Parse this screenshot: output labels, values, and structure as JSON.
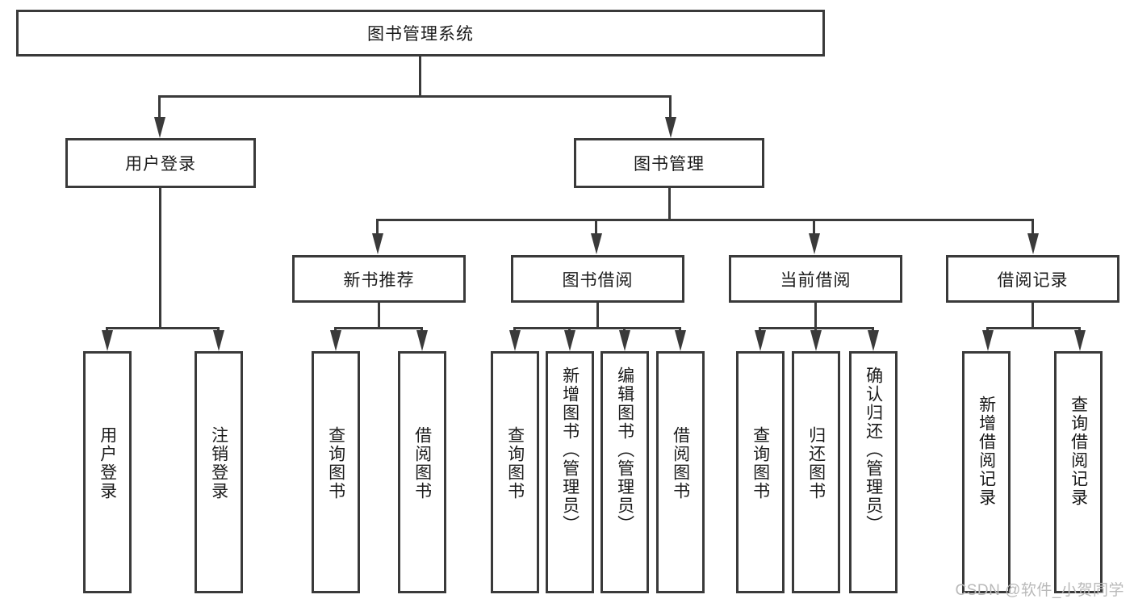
{
  "diagram": {
    "title": "图书管理系统",
    "root": {
      "label": "图书管理系统"
    },
    "level2": [
      {
        "label": "用户登录"
      },
      {
        "label": "图书管理"
      }
    ],
    "level3": [
      {
        "label": "新书推荐"
      },
      {
        "label": "图书借阅"
      },
      {
        "label": "当前借阅"
      },
      {
        "label": "借阅记录"
      }
    ],
    "leaves": [
      {
        "label": "用户登录",
        "parent": "用户登录"
      },
      {
        "label": "注销登录",
        "parent": "用户登录"
      },
      {
        "label": "查询图书",
        "parent": "新书推荐"
      },
      {
        "label": "借阅图书",
        "parent": "新书推荐"
      },
      {
        "label": "查询图书",
        "parent": "图书借阅"
      },
      {
        "label": "新增图书（管理员）",
        "parent": "图书借阅"
      },
      {
        "label": "编辑图书（管理员）",
        "parent": "图书借阅"
      },
      {
        "label": "借阅图书",
        "parent": "图书借阅"
      },
      {
        "label": "查询图书",
        "parent": "当前借阅"
      },
      {
        "label": "归还图书",
        "parent": "当前借阅"
      },
      {
        "label": "确认归还（管理员）",
        "parent": "当前借阅"
      },
      {
        "label": "新增借阅记录",
        "parent": "借阅记录"
      },
      {
        "label": "查询借阅记录",
        "parent": "借阅记录"
      }
    ],
    "colors": {
      "border": "#3a3a3a",
      "background": "#ffffff",
      "text": "#1b1b1b",
      "watermark": "#b9b9b9"
    }
  },
  "watermark": {
    "text": "CSDN @软件_小贺同学"
  }
}
